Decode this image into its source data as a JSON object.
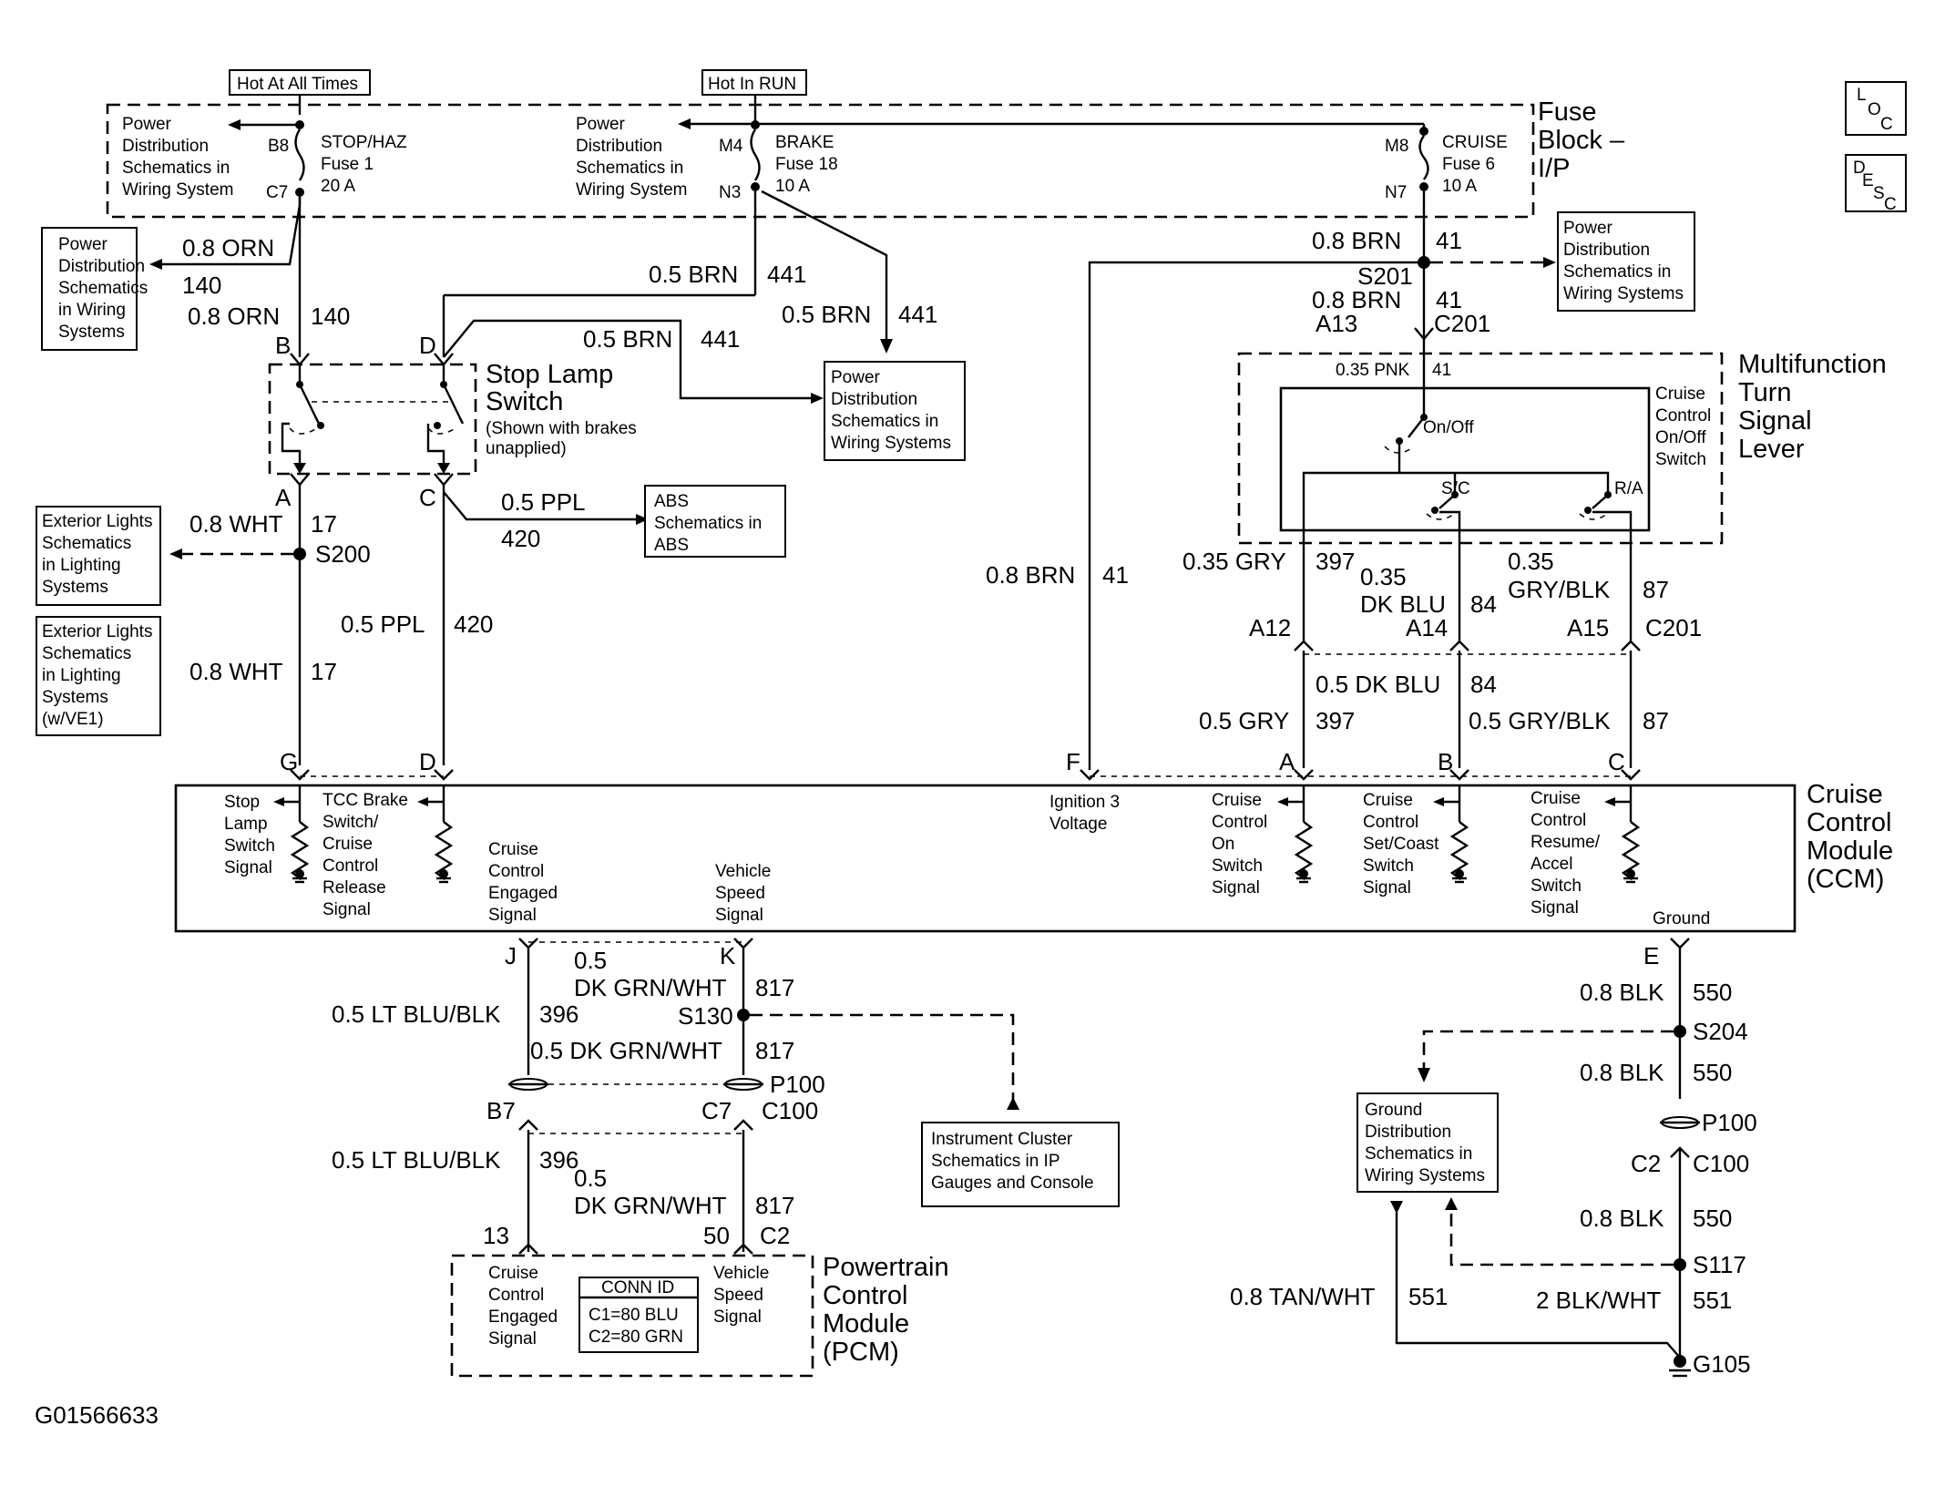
{
  "supply": {
    "hot_all": "Hot At All Times",
    "hot_run": "Hot In RUN"
  },
  "fuse_block": {
    "title1": "Fuse",
    "title2": "Block –",
    "title3": "I/P",
    "pd_l": [
      "Power",
      "Distribution",
      "Schematics in",
      "Wiring System"
    ],
    "pd_m": [
      "Power",
      "Distribution",
      "Schematics in",
      "Wiring System"
    ],
    "stop": {
      "top": "B8",
      "bottom": "C7",
      "name": "STOP/HAZ",
      "fuse": "Fuse 1",
      "amps": "20 A"
    },
    "brake": {
      "top": "M4",
      "bottom": "N3",
      "name": "BRAKE",
      "fuse": "Fuse 18",
      "amps": "10 A"
    },
    "cruise": {
      "top": "M8",
      "bottom": "N7",
      "name": "CRUISE",
      "fuse": "Fuse 6",
      "amps": "10 A"
    }
  },
  "pd_boxes": {
    "left": [
      "Power",
      "Distribution",
      "Schematics",
      "in Wiring",
      "Systems"
    ],
    "mid": [
      "Power",
      "Distribution",
      "Schematics in",
      "Wiring Systems"
    ],
    "right": [
      "Power",
      "Distribution",
      "Schematics in",
      "Wiring Systems"
    ]
  },
  "wires": {
    "orn_a": "0.8 ORN",
    "orn_a_n": "140",
    "orn_b": "0.8 ORN",
    "orn_b_n": "140",
    "brn1": "0.5 BRN",
    "brn1_n": "441",
    "brn2": "0.5 BRN",
    "brn2_n": "441",
    "brn3": "0.5 BRN",
    "brn3_n": "441",
    "ppl1": "0.5 PPL",
    "ppl1_n": "420",
    "ppl2": "0.5 PPL",
    "ppl2_n": "420",
    "wht1": "0.8 WHT",
    "wht1_n": "17",
    "wht2": "0.8 WHT",
    "wht2_n": "17",
    "brn41a": "0.8 BRN",
    "brn41a_n": "41",
    "brn41b": "0.8 BRN",
    "brn41b_n": "41",
    "brn41c": "0.8 BRN",
    "brn41c_n": "41",
    "pnk": "0.35 PNK",
    "pnk_n": "41",
    "gry35": "0.35 GRY",
    "gry35_n": "397",
    "dkblu35a": "0.35",
    "dkblu35b": "DK BLU",
    "dkblu35_n": "84",
    "grblk35a": "0.35",
    "grblk35b": "GRY/BLK",
    "grblk35_n": "87",
    "dkblu5": "0.5 DK BLU",
    "dkblu5_n": "84",
    "gry5": "0.5 GRY",
    "gry5_n": "397",
    "grblk5": "0.5 GRY/BLK",
    "grblk5_n": "87",
    "ltblu1": "0.5 LT BLU/BLK",
    "ltblu1_n": "396",
    "ltblu2": "0.5 LT BLU/BLK",
    "ltblu2_n": "396",
    "dkgrn1a": "0.5",
    "dkgrn1b": "DK GRN/WHT",
    "dkgrn1_n": "817",
    "dkgrn2": "0.5 DK GRN/WHT",
    "dkgrn2_n": "817",
    "dkgrn3a": "0.5",
    "dkgrn3b": "DK GRN/WHT",
    "dkgrn3_n": "817",
    "blk1": "0.8 BLK",
    "blk1_n": "550",
    "blk2": "0.8 BLK",
    "blk2_n": "550",
    "blk3": "0.8 BLK",
    "blk3_n": "550",
    "tan": "0.8 TAN/WHT",
    "tan_n": "551",
    "blkwht": "2 BLK/WHT",
    "blkwht_n": "551"
  },
  "stop_lamp": {
    "t1": "Stop Lamp",
    "t2": "Switch",
    "t3": "(Shown with brakes",
    "t4": "unapplied)",
    "pB": "B",
    "pD": "D",
    "pA": "A",
    "pC": "C"
  },
  "splices": {
    "s200": "S200",
    "s201": "S201",
    "s130": "S130",
    "s204": "S204",
    "s117": "S117",
    "g105": "G105"
  },
  "connectors": {
    "a13": "A13",
    "c201a": "C201",
    "a12": "A12",
    "a14": "A14",
    "a15": "A15",
    "c201b": "C201",
    "F": "F",
    "A": "A",
    "B": "B",
    "C": "C",
    "G": "G",
    "D": "D",
    "J": "J",
    "K": "K",
    "E": "E",
    "p100a": "P100",
    "c100a": "C100",
    "b7": "B7",
    "c7": "C7",
    "p100b": "P100",
    "c2": "C2",
    "c100b": "C100",
    "n13": "13",
    "n50": "50",
    "c2b": "C2"
  },
  "ext_lights": {
    "a": [
      "Exterior Lights",
      "Schematics",
      "in Lighting",
      "Systems"
    ],
    "b": [
      "Exterior Lights",
      "Schematics",
      "in Lighting",
      "Systems",
      "(w/VE1)"
    ]
  },
  "abs": [
    "ABS",
    "Schematics in",
    "ABS"
  ],
  "mf": {
    "t1": "Multifunction",
    "t2": "Turn",
    "t3": "Signal",
    "t4": "Lever",
    "cc": [
      "Cruise",
      "Control",
      "On/Off",
      "Switch"
    ],
    "onoff": "On/Off",
    "sc": "S/C",
    "ra": "R/A"
  },
  "ccm": {
    "t1": "Cruise",
    "t2": "Control",
    "t3": "Module",
    "t4": "(CCM)",
    "stop": [
      "Stop",
      "Lamp",
      "Switch",
      "Signal"
    ],
    "tcc": [
      "TCC Brake",
      "Switch/",
      "Cruise",
      "Control",
      "Release",
      "Signal"
    ],
    "eng": [
      "Cruise",
      "Control",
      "Engaged",
      "Signal"
    ],
    "vss": [
      "Vehicle",
      "Speed",
      "Signal"
    ],
    "ign": [
      "Ignition 3",
      "Voltage"
    ],
    "on": [
      "Cruise",
      "Control",
      "On",
      "Switch",
      "Signal"
    ],
    "set": [
      "Cruise",
      "Control",
      "Set/Coast",
      "Switch",
      "Signal"
    ],
    "res": [
      "Cruise",
      "Control",
      "Resume/",
      "Accel",
      "Switch",
      "Signal"
    ],
    "gnd": "Ground"
  },
  "ic": [
    "Instrument Cluster",
    "Schematics in IP",
    "Gauges and Console"
  ],
  "gd": [
    "Ground",
    "Distribution",
    "Schematics in",
    "Wiring Systems"
  ],
  "pcm": {
    "t1": "Powertrain",
    "t2": "Control",
    "t3": "Module",
    "t4": "(PCM)",
    "eng": [
      "Cruise",
      "Control",
      "Engaged",
      "Signal"
    ],
    "vss": [
      "Vehicle",
      "Speed",
      "Signal"
    ],
    "conn": "CONN ID",
    "c1": "C1=80 BLU",
    "c2": "C2=80 GRN"
  },
  "corner": {
    "loc1": "L",
    "loc2": "O",
    "loc3": "C",
    "desc1": "D",
    "desc2": "E",
    "desc3": "S",
    "desc4": "C"
  },
  "fig_id": "G01566633"
}
